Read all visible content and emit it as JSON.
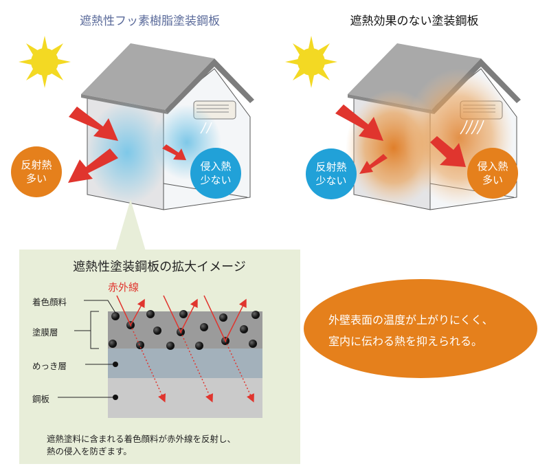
{
  "left_panel": {
    "title": "遮熱性フッ素樹脂塗装鋼板",
    "reflect": [
      "反射熱",
      "多い"
    ],
    "intrude": [
      "侵入熱",
      "少ない"
    ]
  },
  "right_panel": {
    "title": "遮熱効果のない塗装鋼板",
    "reflect": [
      "反射熱",
      "少ない"
    ],
    "intrude": [
      "侵入熱",
      "多い"
    ]
  },
  "detail": {
    "title": "遮熱性塗装鋼板の拡大イメージ",
    "infrared": "赤外線",
    "layers": [
      "着色顔料",
      "塗膜層",
      "めっき層",
      "鋼板"
    ],
    "caption": [
      "遮熱塗料に含まれる着色顔料が赤外線を反射し、",
      "熱の侵入を防ぎます。"
    ]
  },
  "summary": [
    "外壁表面の温度が上がりにくく、",
    "室内に伝わる熱を抑えられる。"
  ],
  "colors": {
    "orange": "#e5801c",
    "blue": "#21a1d8",
    "red": "#e0352e",
    "panel": "#e8eed9",
    "sun": "#f3d923"
  }
}
